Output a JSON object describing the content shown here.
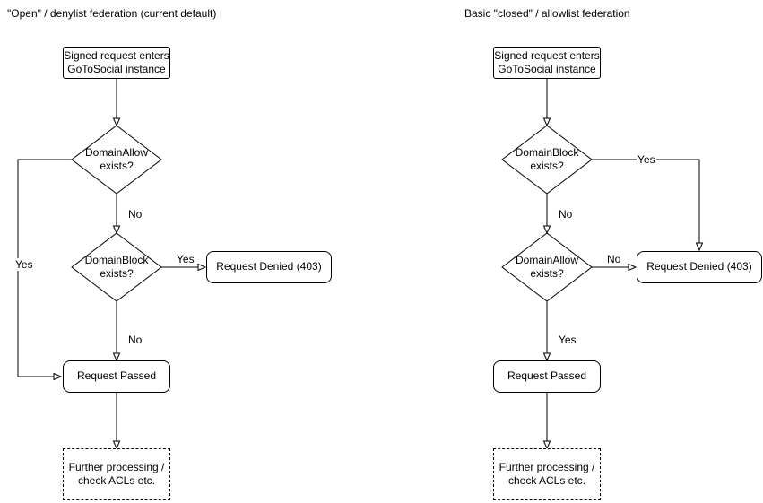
{
  "left": {
    "title": "\"Open\" / denylist federation (current default)",
    "nodes": {
      "start": "Signed request enters\nGoToSocial instance",
      "decision1": "DomainAllow\nexists?",
      "decision2": "DomainBlock\nexists?",
      "denied": "Request Denied (403)",
      "passed": "Request Passed",
      "further": "Further processing /\ncheck ACLs etc."
    },
    "edges": {
      "decision1_yes": "Yes",
      "decision1_no": "No",
      "decision2_yes": "Yes",
      "decision2_no": "No"
    }
  },
  "right": {
    "title": "Basic \"closed\" / allowlist federation",
    "nodes": {
      "start": "Signed request enters\nGoToSocial instance",
      "decision1": "DomainBlock\nexists?",
      "decision2": "DomainAllow\nexists?",
      "denied": "Request Denied (403)",
      "passed": "Request Passed",
      "further": "Further processing /\ncheck ACLs etc."
    },
    "edges": {
      "decision1_yes": "Yes",
      "decision1_no": "No",
      "decision2_no": "No",
      "decision2_yes": "Yes"
    }
  }
}
